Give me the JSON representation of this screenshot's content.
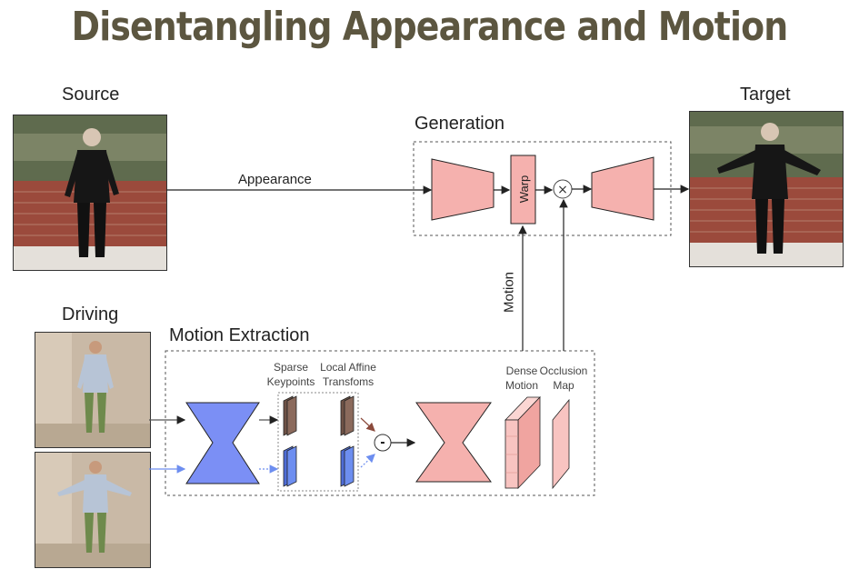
{
  "title": "Disentangling Appearance and Motion",
  "labels": {
    "source": "Source",
    "target": "Target",
    "driving": "Driving",
    "generation": "Generation",
    "motion_extraction": "Motion Extraction",
    "appearance": "Appearance",
    "motion": "Motion",
    "warp": "Warp",
    "sparse_keypoints_1": "Sparse",
    "sparse_keypoints_2": "Keypoints",
    "local_affine_1": "Local Affine",
    "local_affine_2": "Transfoms",
    "dense_motion_1": "Dense",
    "dense_motion_2": "Motion",
    "occlusion_map_1": "Occlusion",
    "occlusion_map_2": "Map",
    "multiply_symbol": "×",
    "minus_symbol": "-"
  },
  "colors": {
    "title": "#5c5640",
    "pink": "#f5b1ae",
    "blue": "#7b8ff5",
    "brown": "#8b6a5c",
    "keypoint_blue": "#6d8ef0"
  }
}
